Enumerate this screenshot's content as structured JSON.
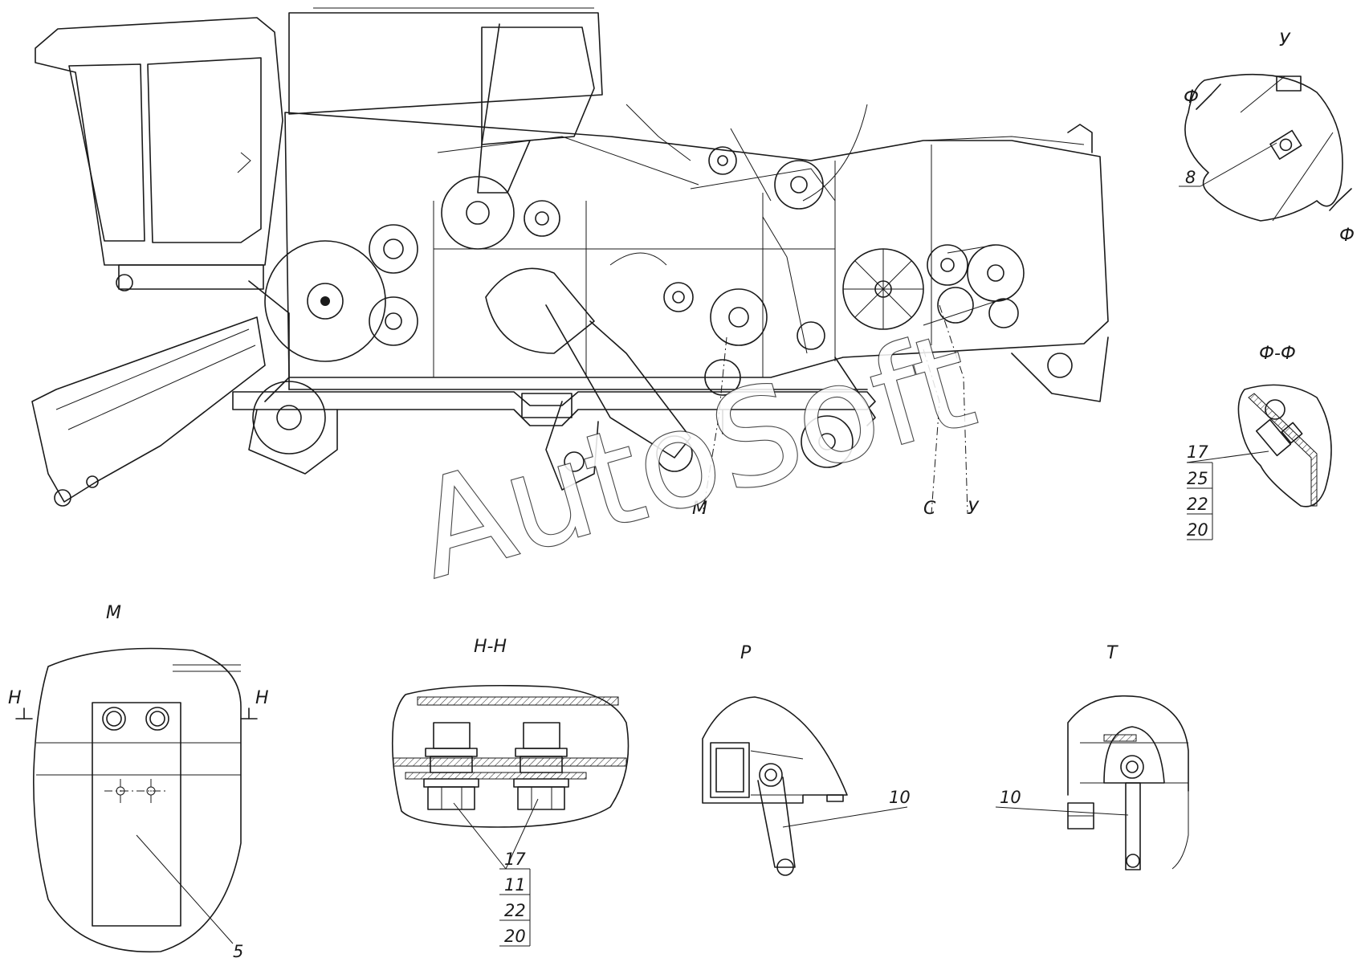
{
  "drawing": {
    "watermark": "AutoSoft",
    "section_marks": {
      "m": "М",
      "s": "С",
      "u": "У"
    },
    "views": {
      "u": {
        "title": "У",
        "cut": "Ф",
        "callouts": [
          "8"
        ]
      },
      "ff": {
        "title": "Ф-Ф",
        "callouts": [
          "17",
          "25",
          "22",
          "20"
        ]
      },
      "m": {
        "title": "М",
        "cut": "Н",
        "callouts": [
          "5"
        ]
      },
      "nn": {
        "title": "Н-Н",
        "callouts": [
          "17",
          "11",
          "22",
          "20"
        ]
      },
      "r": {
        "title": "Р",
        "callouts": [
          "10"
        ]
      },
      "t": {
        "title": "Т",
        "callouts": [
          "10"
        ]
      }
    }
  }
}
